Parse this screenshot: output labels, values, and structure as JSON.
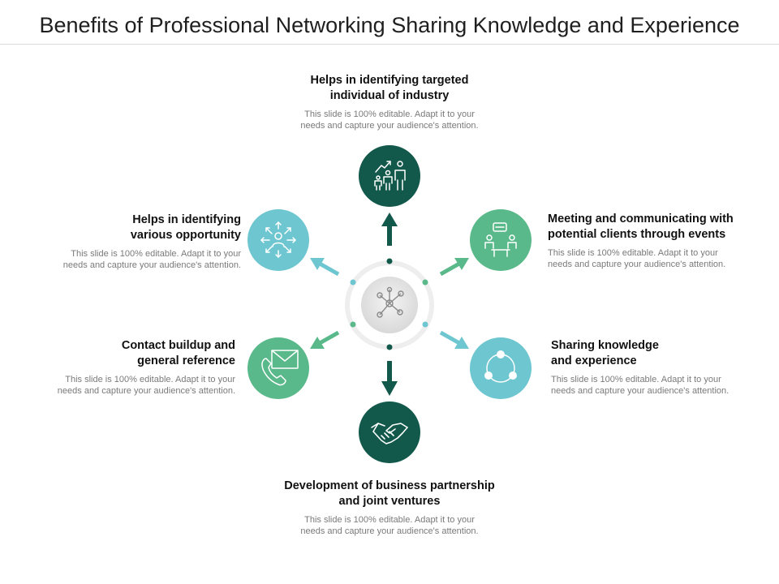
{
  "title": "Benefits of Professional Networking Sharing Knowledge and Experience",
  "colors": {
    "dark_teal": "#12584b",
    "green": "#5ab98a",
    "light_blue": "#6ec6d0",
    "ring": "#eeeeee"
  },
  "items": [
    {
      "heading": "Helps in identifying targeted\nindividual of industry",
      "description": "This slide is 100% editable. Adapt it to your\nneeds and capture your audience's attention.",
      "icon": "people-growth-icon"
    },
    {
      "heading": "Meeting and communicating with\npotential clients through events",
      "description": "This slide is 100% editable. Adapt it to your\nneeds and capture your audience's attention.",
      "icon": "meeting-icon"
    },
    {
      "heading": "Sharing knowledge\nand experience",
      "description": "This slide is 100% editable. Adapt it to your\nneeds and capture your audience's attention.",
      "icon": "cycle-icon"
    },
    {
      "heading": "Development of business partnership\nand joint ventures",
      "description": "This slide is 100% editable. Adapt it to your\nneeds and capture your audience's attention.",
      "icon": "handshake-icon"
    },
    {
      "heading": "Contact buildup and\ngeneral reference",
      "description": "This slide is 100% editable. Adapt it to your\nneeds and capture your audience's attention.",
      "icon": "phone-mail-icon"
    },
    {
      "heading": "Helps in identifying\nvarious opportunity",
      "description": "This slide is 100% editable. Adapt it to your\nneeds and capture your audience's attention.",
      "icon": "person-arrows-icon"
    }
  ]
}
